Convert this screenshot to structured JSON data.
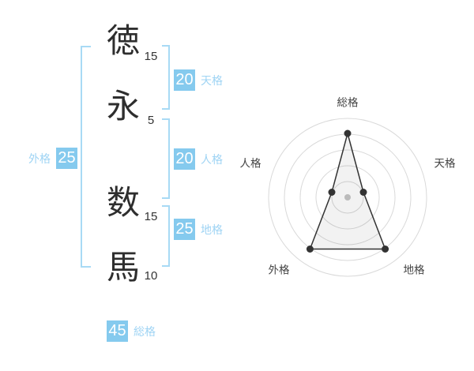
{
  "name": {
    "chars": [
      {
        "char": "徳",
        "strokes": "15"
      },
      {
        "char": "永",
        "strokes": "5"
      },
      {
        "char": "数",
        "strokes": "15"
      },
      {
        "char": "馬",
        "strokes": "10"
      }
    ]
  },
  "kaku": {
    "gaikaku": {
      "value": "25",
      "label": "外格"
    },
    "tenkaku": {
      "value": "20",
      "label": "天格"
    },
    "jinkaku": {
      "value": "20",
      "label": "人格"
    },
    "chikaku": {
      "value": "25",
      "label": "地格"
    },
    "soukaku": {
      "value": "45",
      "label": "総格"
    }
  },
  "colors": {
    "badge_blue": "#85CAEE",
    "label_blue": "#9FD4F4",
    "bracket_blue": "#A8DAF5",
    "text_dark": "#333333",
    "ring_gray": "#D9D9D9",
    "polygon_stroke": "#333333",
    "polygon_fill": "rgba(0,0,0,0.05)",
    "center_dot": "#BBBBBB",
    "axis_label_gray": "#444444"
  },
  "chart_data": {
    "type": "radar",
    "categories": [
      "総格",
      "天格",
      "地格",
      "外格",
      "人格"
    ],
    "values": [
      4.05,
      1.05,
      4.05,
      4.05,
      1.05
    ],
    "max": 5,
    "rings": 5,
    "grid": "circular",
    "legend": "none",
    "start_angle_deg": -90,
    "direction": "clockwise",
    "note_values_source": {
      "総格": 45,
      "天格": 20,
      "地格": 25,
      "外格": 25,
      "人格": 20
    }
  }
}
